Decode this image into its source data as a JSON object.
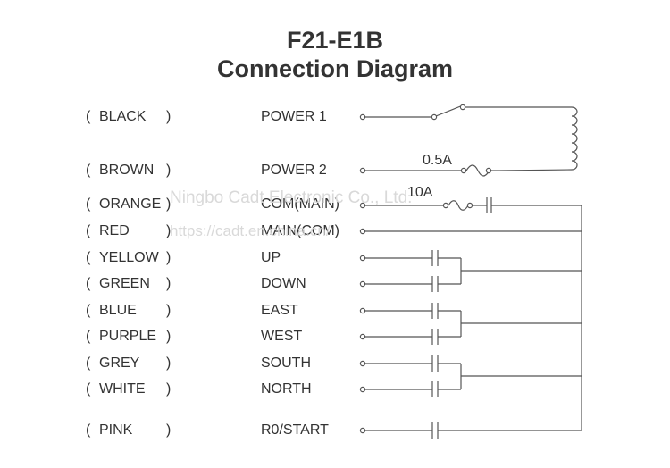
{
  "title": "F21-E1B",
  "subtitle": "Connection Diagram",
  "paren_open": "(",
  "paren_close": ")",
  "watermark": {
    "company": "Ningbo Cadt Electronic Co., Ltd.",
    "url": "https://cadt.en.china.cn/"
  },
  "fuse_ratings": {
    "power_fuse": "0.5A",
    "main_fuse": "10A"
  },
  "terminals": [
    {
      "color": "BLACK",
      "function": "POWER 1"
    },
    {
      "color": "BROWN",
      "function": "POWER 2"
    },
    {
      "color": "ORANGE",
      "function": "COM(MAIN)"
    },
    {
      "color": "RED",
      "function": "MAIN(COM)"
    },
    {
      "color": "YELLOW",
      "function": "UP"
    },
    {
      "color": "GREEN",
      "function": "DOWN"
    },
    {
      "color": "BLUE",
      "function": "EAST"
    },
    {
      "color": "PURPLE",
      "function": "WEST"
    },
    {
      "color": "GREY",
      "function": "SOUTH"
    },
    {
      "color": "WHITE",
      "function": "NORTH"
    },
    {
      "color": "PINK",
      "function": "R0/START"
    }
  ]
}
